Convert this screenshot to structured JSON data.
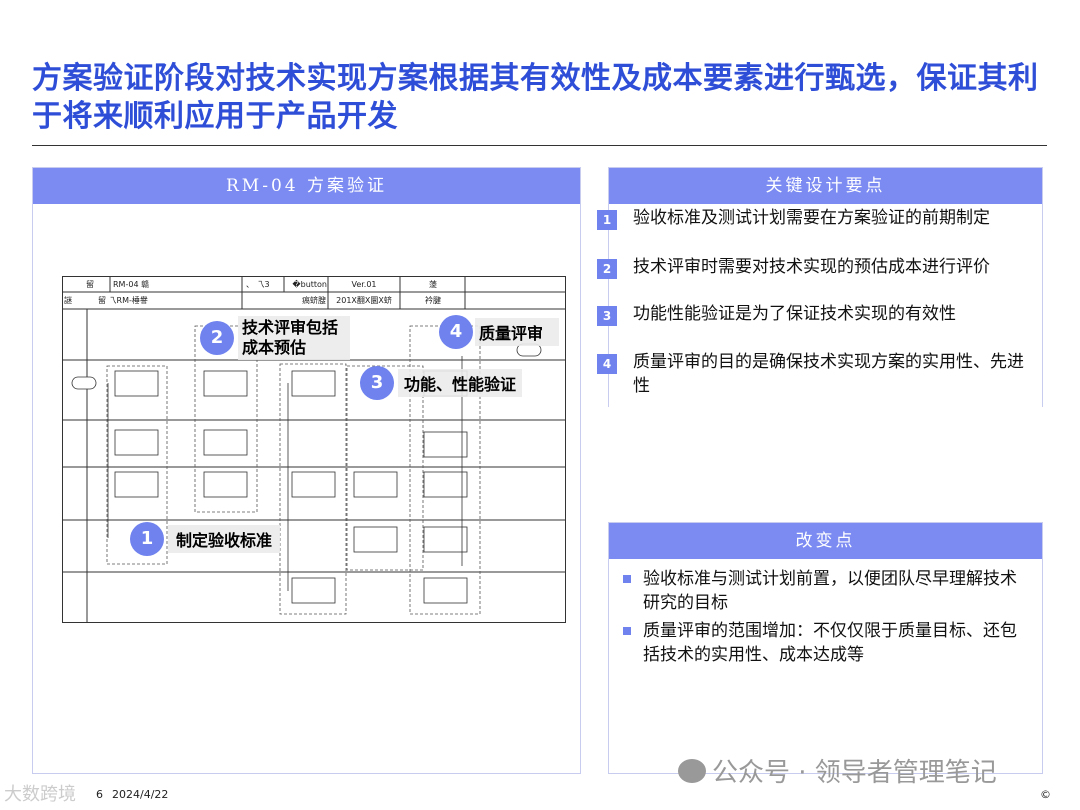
{
  "title": "方案验证阶段对技术实现方案根据其有效性及成本要素进行甄选，保证其利于将来顺利应用于产品开发",
  "left_panel": {
    "header": "RM-04 方案验证",
    "diagram": {
      "table_header_row1": [
        "留",
        "RM-04 赣",
        "、 乁3",
        "�button",
        "Ver.01",
        "蔆"
      ],
      "table_header_row2": [
        "謎",
        "留 乁RM-棰譽",
        "瘑蛴膄",
        "201X翻X圜X蛴",
        "衿腱"
      ],
      "callouts": [
        {
          "num": "1",
          "text": "制定验收标准"
        },
        {
          "num": "2",
          "text": "技术评审包括成本预估"
        },
        {
          "num": "3",
          "text": "功能、性能验证"
        },
        {
          "num": "4",
          "text": "质量评审"
        }
      ]
    }
  },
  "key_points": {
    "header": "关键设计要点",
    "items": [
      {
        "num": "1",
        "text": "验收标准及测试计划需要在方案验证的前期制定"
      },
      {
        "num": "2",
        "text": "技术评审时需要对技术实现的预估成本进行评价"
      },
      {
        "num": "3",
        "text": "功能性能验证是为了保证技术实现的有效性"
      },
      {
        "num": "4",
        "text": "质量评审的目的是确保技术实现方案的实用性、先进性"
      }
    ]
  },
  "changes": {
    "header": "改变点",
    "items": [
      "验收标准与测试计划前置，以便团队尽早理解技术研究的目标",
      "质量评审的范围增加：不仅仅限于质量目标、还包括技术的实用性、成本达成等"
    ]
  },
  "footer": {
    "page": "6",
    "date": "2024/4/22",
    "copyright": "©",
    "watermark": "公众号 · 领导者管理笔记",
    "watermark2": "大数跨境"
  },
  "colors": {
    "title": "#2f4ed8",
    "header": "#7b8bf2",
    "badge": "#6f82ee"
  }
}
